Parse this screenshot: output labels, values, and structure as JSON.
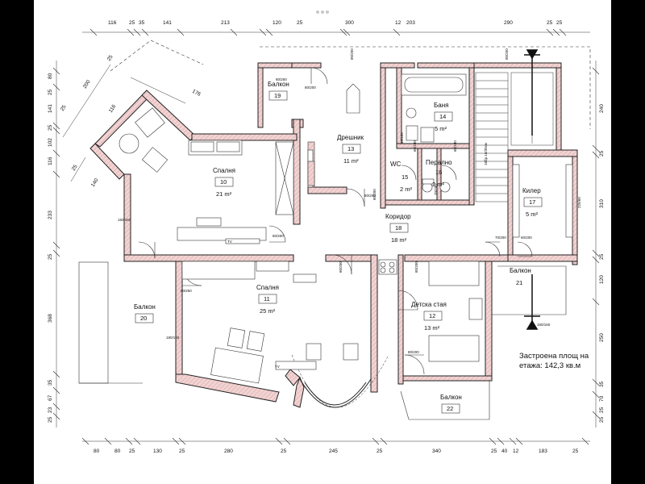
{
  "page": {
    "dots": "•••"
  },
  "dims_top": [
    "116",
    "25",
    "35",
    "141",
    "213",
    "120",
    "25",
    "300",
    "12",
    "203",
    "290",
    "25",
    "25"
  ],
  "dims_bottom": [
    "80",
    "80",
    "25",
    "130",
    "25",
    "280",
    "25",
    "245",
    "25",
    "340",
    "25",
    "40",
    "12",
    "183",
    "25"
  ],
  "dims_left": [
    "80",
    "25",
    "141",
    "25",
    "102",
    "116",
    "233",
    "25",
    "368",
    "35",
    "67",
    "23",
    "25"
  ],
  "dims_right": [
    "240",
    "25",
    "310",
    "25",
    "120",
    "250",
    "35",
    "70",
    "25",
    "25"
  ],
  "dims_diagonal": [
    "200",
    "25",
    "176",
    "25",
    "116",
    "140",
    "25"
  ],
  "rooms": [
    {
      "id": "r19",
      "name": "Балкон",
      "number": "19",
      "area": ""
    },
    {
      "id": "r10",
      "name": "Спалня",
      "number": "10",
      "area": "21 m²"
    },
    {
      "id": "r13",
      "name": "Дрешник",
      "number": "13",
      "area": "11 m²"
    },
    {
      "id": "r14",
      "name": "Баня",
      "number": "14",
      "area": "5 m²"
    },
    {
      "id": "r15",
      "name": "WC",
      "number": "15",
      "area": "2 m²"
    },
    {
      "id": "r16",
      "name": "Перално",
      "number": "16",
      "area": "2 m²"
    },
    {
      "id": "r17",
      "name": "Килер",
      "number": "17",
      "area": "5 m²"
    },
    {
      "id": "r18",
      "name": "Коридор",
      "number": "18",
      "area": "18 m²"
    },
    {
      "id": "r21",
      "name": "Балкон",
      "number": "21",
      "area": ""
    },
    {
      "id": "r11",
      "name": "Спалня",
      "number": "11",
      "area": "25 m²"
    },
    {
      "id": "r20",
      "name": "Балкон",
      "number": "20",
      "area": ""
    },
    {
      "id": "r12",
      "name": "Детска стая",
      "number": "12",
      "area": "13 m²"
    },
    {
      "id": "r22",
      "name": "Балкон",
      "number": "22",
      "area": ""
    }
  ],
  "door_labels": [
    "80/200",
    "80/200",
    "80/200",
    "80/200",
    "80/200",
    "80/200",
    "80/200",
    "70/200",
    "60/200",
    "70/200",
    "80/250",
    "80/250",
    "180/160",
    "150/160",
    "80/250",
    "40/120",
    "80/250",
    "150/160",
    "225/60",
    "60/180",
    "60/180"
  ],
  "stair_label": "16бр.16/30см",
  "tv_labels": [
    "TV",
    "TV"
  ],
  "note": {
    "line1": "Застроена площ на",
    "line2": "етажа: 142,3 кв.м"
  },
  "colors": {
    "wall_fill": "#f2d2d2",
    "wall_stroke": "#222222",
    "background": "#ffffff",
    "outer": "#000000"
  }
}
